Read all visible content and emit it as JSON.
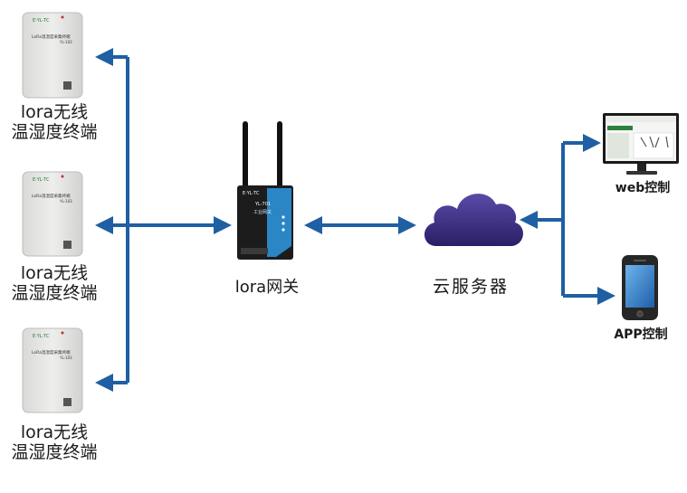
{
  "sensors": [
    {
      "label_line1": "lora无线",
      "label_line2": "温湿度终端",
      "brand": "E·YL·TC",
      "device_name": "LoRa温湿度采集终端",
      "model": "YL-103"
    },
    {
      "label_line1": "lora无线",
      "label_line2": "温湿度终端",
      "brand": "E·YL·TC",
      "device_name": "LoRa温湿度采集终端",
      "model": "YL-103"
    },
    {
      "label_line1": "lora无线",
      "label_line2": "温湿度终端",
      "brand": "E·YL·TC",
      "device_name": "LoRa温湿度采集终端",
      "model": "YL-103"
    }
  ],
  "gateway": {
    "label": "lora网关",
    "brand": "E·YL·TC",
    "model": "YL-701",
    "subtitle": "工业网关"
  },
  "cloud": {
    "label": "云服务器"
  },
  "web": {
    "label": "web控制"
  },
  "app": {
    "label": "APP控制"
  },
  "colors": {
    "arrow": "#1f5fa3",
    "cloud": "#3b2f7e",
    "gateway_body": "#1c1c1c",
    "gateway_panel": "#2a86c4",
    "sensor_body": "#e6e6e4"
  },
  "icons": [
    "router-icon",
    "cloud-icon",
    "monitor-icon",
    "smartphone-icon",
    "sensor-box-icon",
    "arrow-icon"
  ]
}
